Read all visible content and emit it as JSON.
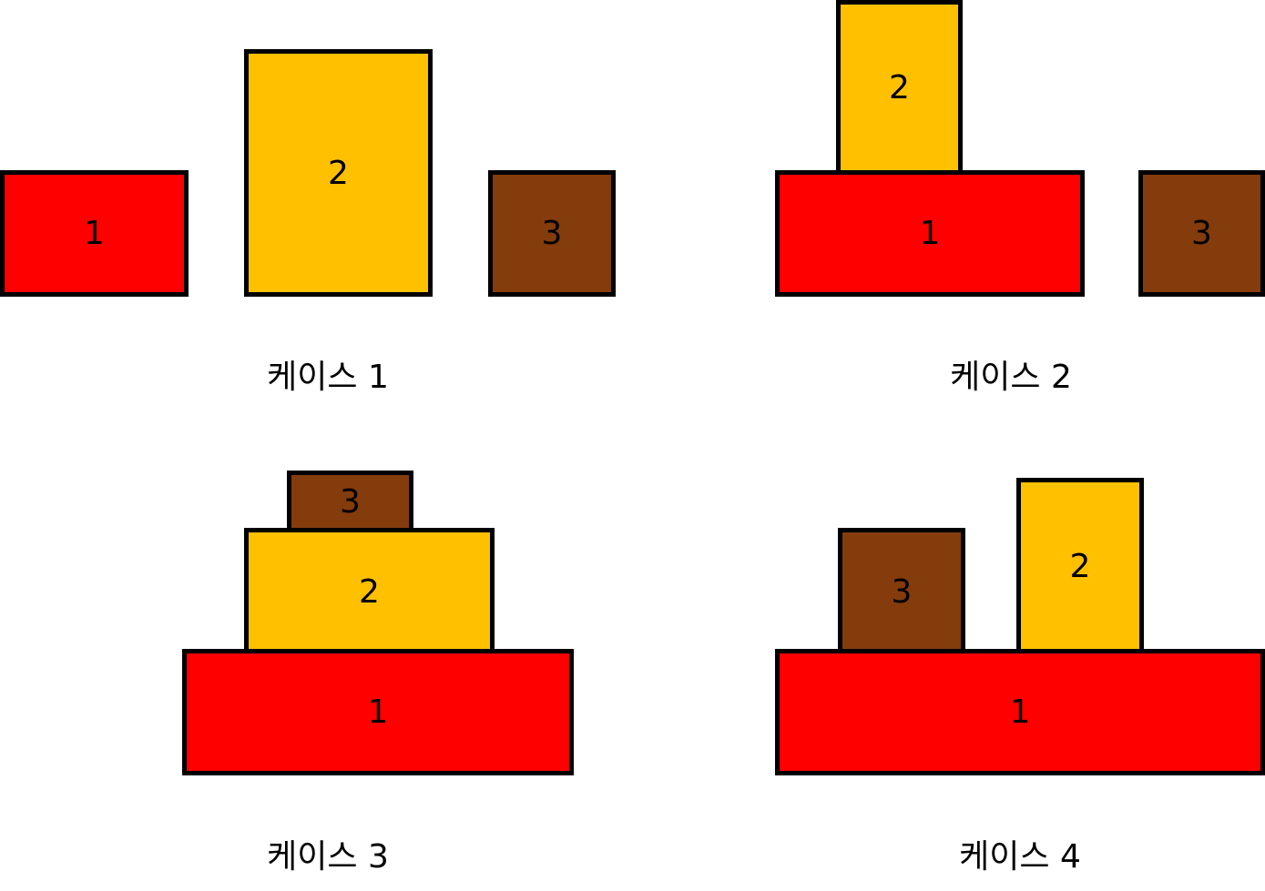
{
  "colors": {
    "block_1": "#ff0000",
    "block_2": "#ffc000",
    "block_3": "#843c0c",
    "border": "#000000",
    "background": "#ffffff"
  },
  "cases": [
    {
      "caption": "케이스 1",
      "blocks": [
        {
          "label": "1",
          "kind": "block_1"
        },
        {
          "label": "2",
          "kind": "block_2"
        },
        {
          "label": "3",
          "kind": "block_3"
        }
      ]
    },
    {
      "caption": "케이스 2",
      "blocks": [
        {
          "label": "2",
          "kind": "block_2"
        },
        {
          "label": "1",
          "kind": "block_1"
        },
        {
          "label": "3",
          "kind": "block_3"
        }
      ]
    },
    {
      "caption": "케이스 3",
      "blocks": [
        {
          "label": "3",
          "kind": "block_3"
        },
        {
          "label": "2",
          "kind": "block_2"
        },
        {
          "label": "1",
          "kind": "block_1"
        }
      ]
    },
    {
      "caption": "케이스 4",
      "blocks": [
        {
          "label": "3",
          "kind": "block_3"
        },
        {
          "label": "2",
          "kind": "block_2"
        },
        {
          "label": "1",
          "kind": "block_1"
        }
      ]
    }
  ]
}
